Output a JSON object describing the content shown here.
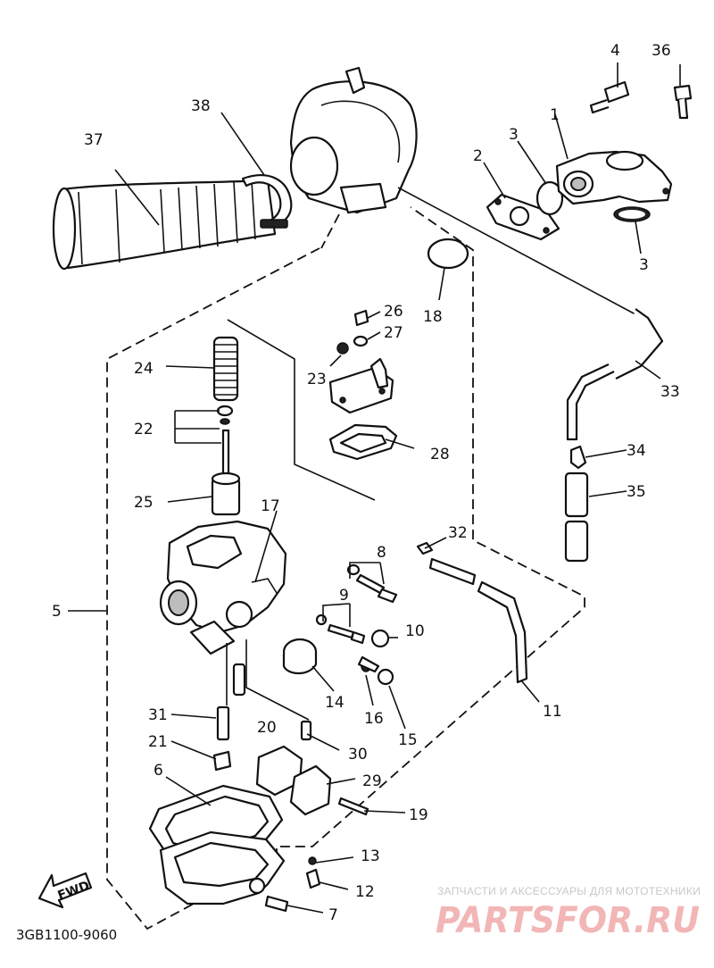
{
  "diagram_code": "3GB1100-9060",
  "watermark": {
    "tagline": "ЗАПЧАСТИ И АКСЕССУАРЫ ДЛЯ МОТОТЕХНИКИ",
    "brand": "PARTSFOR.RU",
    "color": "#e88a8a"
  },
  "fwd_label": "FWD",
  "callouts": {
    "c1": "1",
    "c2": "2",
    "c3a": "3",
    "c3b": "3",
    "c4": "4",
    "c5": "5",
    "c6": "6",
    "c7": "7",
    "c8": "8",
    "c9": "9",
    "c10": "10",
    "c11": "11",
    "c12": "12",
    "c13": "13",
    "c14": "14",
    "c15": "15",
    "c16": "16",
    "c17": "17",
    "c18": "18",
    "c19": "19",
    "c20": "20",
    "c21": "21",
    "c22": "22",
    "c23": "23",
    "c24": "24",
    "c25": "25",
    "c26": "26",
    "c27": "27",
    "c28": "28",
    "c29": "29",
    "c30": "30",
    "c31": "31",
    "c32": "32",
    "c33": "33",
    "c34": "34",
    "c35": "35",
    "c36": "36",
    "c37": "37",
    "c38": "38"
  }
}
